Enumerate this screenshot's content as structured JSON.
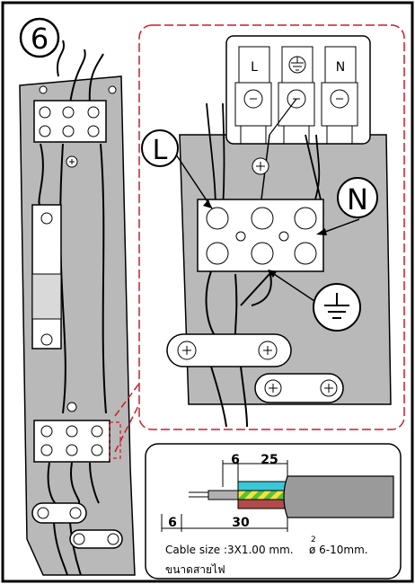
{
  "step_number": "6",
  "terminal_labels": {
    "live": "L",
    "earth_symbol": "earth-ground-symbol",
    "neutral": "N"
  },
  "callouts": {
    "live": "L",
    "neutral": "N",
    "earth_symbol": "earth-ground-symbol"
  },
  "cable_diagram": {
    "dim_strip_top": "6",
    "dim_conductor_top": "25",
    "dim_strip_bottom": "6",
    "dim_sheath_bottom": "30",
    "cable_size_text": "Cable size :3X1.00 mm.",
    "cable_size_superscript": "2",
    "cable_diameter_text": "ø 6-10mm.",
    "thai_label": "ขนาดสายไฟ",
    "wire_colors": {
      "blue": "#39c8d8",
      "green_yellow_stripe_a": "#5bbf3a",
      "green_yellow_stripe_b": "#f2e33a",
      "brown": "#b24a4a",
      "sheath": "#9a9a9a"
    }
  },
  "colors": {
    "outline": "#000000",
    "dashed_callout": "#d11a2a",
    "panel_grey": "#b9b9b9"
  }
}
